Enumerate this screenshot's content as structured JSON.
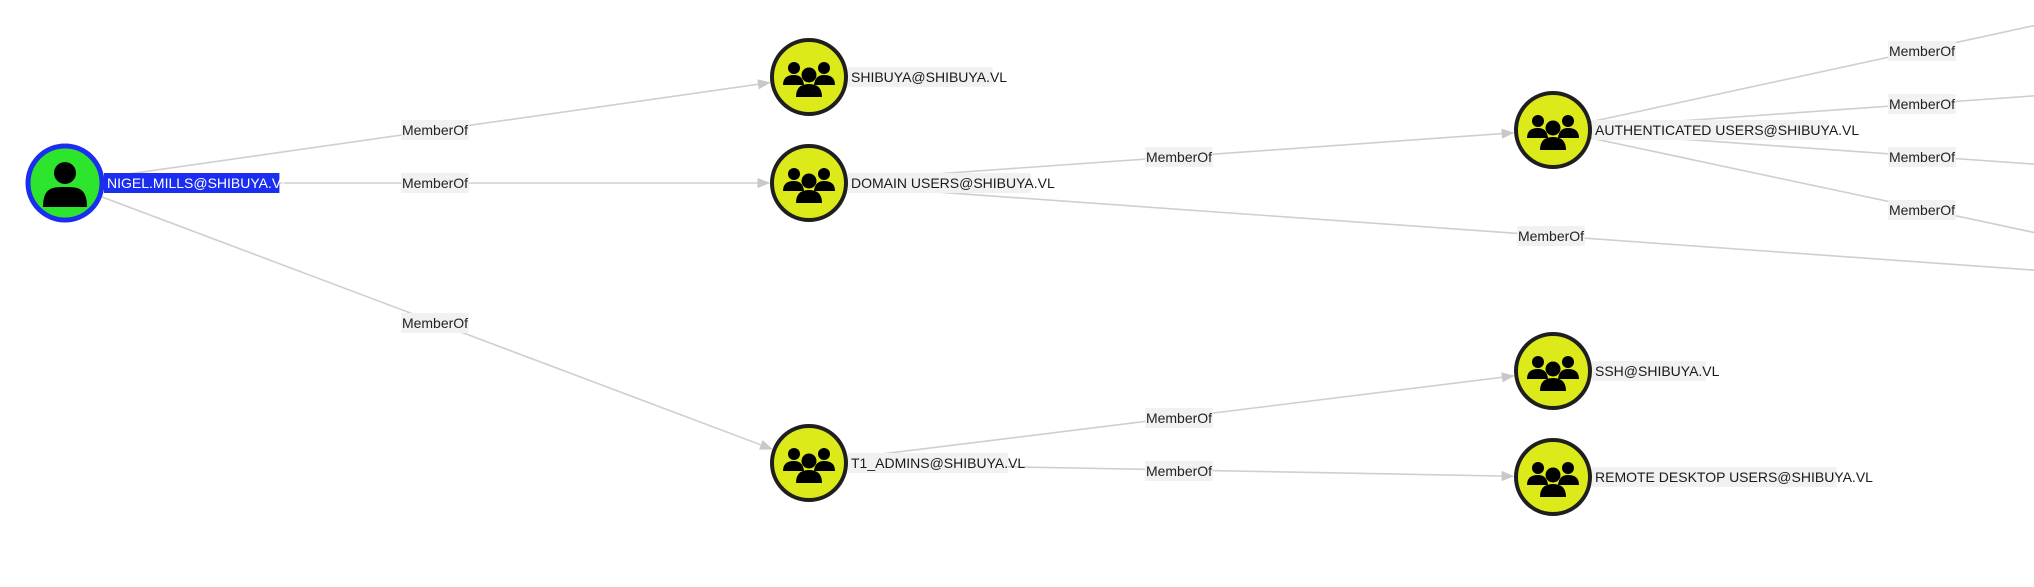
{
  "graph": {
    "colors": {
      "user_node": "#2ee52e",
      "group_node": "#dcea1a",
      "selected_ring": "#1b2ef0",
      "node_ring": "#1f1f1f",
      "edge": "#cfcfcf",
      "label_background": "#f1f1f1",
      "selected_label_background": "#1b2ef0"
    },
    "nodes": [
      {
        "id": "nigel",
        "label": "NIGEL.MILLS@SHIBUYA.VL",
        "kind": "user",
        "icon": "user-icon",
        "selected": true
      },
      {
        "id": "shibuya",
        "label": "SHIBUYA@SHIBUYA.VL",
        "kind": "group",
        "icon": "group-icon",
        "selected": false
      },
      {
        "id": "domain_users",
        "label": "DOMAIN USERS@SHIBUYA.VL",
        "kind": "group",
        "icon": "group-icon",
        "selected": false
      },
      {
        "id": "t1_admins",
        "label": "T1_ADMINS@SHIBUYA.VL",
        "kind": "group",
        "icon": "group-icon",
        "selected": false
      },
      {
        "id": "auth_users",
        "label": "AUTHENTICATED USERS@SHIBUYA.VL",
        "kind": "group",
        "icon": "group-icon",
        "selected": false
      },
      {
        "id": "ssh",
        "label": "SSH@SHIBUYA.VL",
        "kind": "group",
        "icon": "group-icon",
        "selected": false
      },
      {
        "id": "rdp_users",
        "label": "REMOTE DESKTOP USERS@SHIBUYA.VL",
        "kind": "group",
        "icon": "group-icon",
        "selected": false
      }
    ],
    "edges": [
      {
        "from": "nigel",
        "to": "shibuya",
        "label": "MemberOf"
      },
      {
        "from": "nigel",
        "to": "domain_users",
        "label": "MemberOf"
      },
      {
        "from": "nigel",
        "to": "t1_admins",
        "label": "MemberOf"
      },
      {
        "from": "domain_users",
        "to": "auth_users",
        "label": "MemberOf"
      },
      {
        "from": "domain_users",
        "to": "offscreen_e",
        "label": "MemberOf"
      },
      {
        "from": "t1_admins",
        "to": "ssh",
        "label": "MemberOf"
      },
      {
        "from": "t1_admins",
        "to": "rdp_users",
        "label": "MemberOf"
      },
      {
        "from": "auth_users",
        "to": "offscreen_a",
        "label": "MemberOf"
      },
      {
        "from": "auth_users",
        "to": "offscreen_b",
        "label": "MemberOf"
      },
      {
        "from": "auth_users",
        "to": "offscreen_c",
        "label": "MemberOf"
      },
      {
        "from": "auth_users",
        "to": "offscreen_d",
        "label": "MemberOf"
      }
    ]
  }
}
